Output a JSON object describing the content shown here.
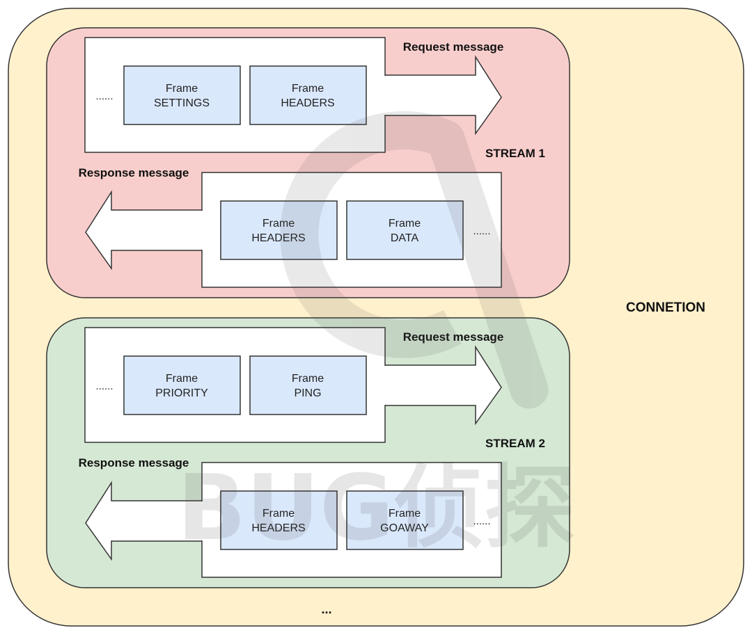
{
  "diagram": {
    "title": "CONNETION",
    "footer_ellipsis": "...",
    "watermark": "BUG侦探",
    "colors": {
      "connection_fill": "#fff1cc",
      "stream1_fill": "#f8cecc",
      "stream2_fill": "#d5e8d4",
      "frame_fill": "#dae8fc",
      "box_fill": "#ffffff",
      "stroke": "#333333"
    },
    "streams": [
      {
        "label": "STREAM 1",
        "request": {
          "label": "Request  message",
          "leading_ellipsis": "......",
          "frames": [
            {
              "line1": "Frame",
              "line2": "SETTINGS"
            },
            {
              "line1": "Frame",
              "line2": "HEADERS"
            }
          ]
        },
        "response": {
          "label": "Response  message",
          "trailing_ellipsis": "......",
          "frames": [
            {
              "line1": "Frame",
              "line2": "HEADERS"
            },
            {
              "line1": "Frame",
              "line2": "DATA"
            }
          ]
        }
      },
      {
        "label": "STREAM 2",
        "request": {
          "label": "Request  message",
          "leading_ellipsis": "......",
          "frames": [
            {
              "line1": "Frame",
              "line2": "PRIORITY"
            },
            {
              "line1": "Frame",
              "line2": "PING"
            }
          ]
        },
        "response": {
          "label": "Response  message",
          "trailing_ellipsis": "......",
          "frames": [
            {
              "line1": "Frame",
              "line2": "HEADERS"
            },
            {
              "line1": "Frame",
              "line2": "GOAWAY"
            }
          ]
        }
      }
    ]
  }
}
